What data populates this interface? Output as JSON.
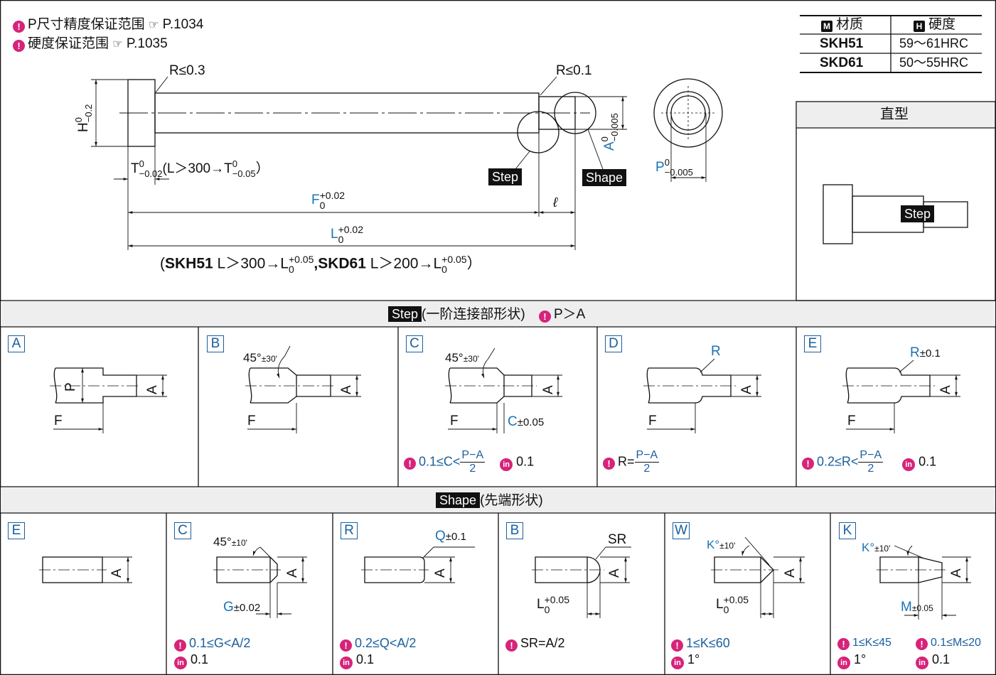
{
  "notes": {
    "p_accuracy": "P尺寸精度保证范围",
    "p_accuracy_ref": "P.1034",
    "hardness": "硬度保证范围",
    "hardness_ref": "P.1035",
    "page_icon": "hand-pointer-icon"
  },
  "material_table": {
    "col_material": "材质",
    "col_hardness": "硬度",
    "m_badge": "M",
    "h_badge": "H",
    "rows": [
      {
        "material": "SKH51",
        "hardness": "59～61HRC"
      },
      {
        "material": "SKD61",
        "hardness": "50～55HRC"
      }
    ]
  },
  "straight_panel": {
    "title": "直型",
    "tag": "Step"
  },
  "main_drawing": {
    "r_left": "R≤0.3",
    "r_right": "R≤0.1",
    "h_label": "H",
    "h_tol_top": "0",
    "h_tol_bot": "−0.2",
    "t_label": "T",
    "t_tol_top": "0",
    "t_tol_bot": "−0.02",
    "t_cond": "(L＞300→T",
    "t_cond_tol_top": "0",
    "t_cond_tol_bot": "−0.05",
    "t_close": "）",
    "a_label": "A",
    "a_tol_top": "0",
    "a_tol_bot": "−0.005",
    "p_label": "P",
    "p_tol_top": "0",
    "p_tol_bot": "−0.005",
    "f_label": "F",
    "f_tol_top": "+0.02",
    "f_tol_bot": "0",
    "ell": "ℓ",
    "l_label": "L",
    "l_tol_top": "+0.02",
    "l_tol_bot": "0",
    "step_tag": "Step",
    "shape_tag": "Shape",
    "cond_open": "(",
    "cond_skh": "SKH51",
    "cond_skh_rule": " L＞300→L",
    "cond_tol_top": "+0.05",
    "cond_tol_bot": "0",
    "cond_skd": ",SKD61",
    "cond_skd_rule": " L＞200→L",
    "cond_close": "）"
  },
  "step_section": {
    "tag": "Step",
    "title": "(一阶连接部形状)",
    "cond": "P＞A",
    "panels": [
      {
        "letter": "A",
        "f": "F",
        "p": "P",
        "a": "A"
      },
      {
        "letter": "B",
        "angle": "45°",
        "angle_tol": "±30'",
        "f": "F",
        "a": "A"
      },
      {
        "letter": "C",
        "angle": "45°",
        "angle_tol": "±30'",
        "f": "F",
        "a": "A",
        "c": "C",
        "c_tol": "±0.05",
        "note_pre": "0.1≤C<",
        "note_num": "P−A",
        "note_den": "2",
        "inc": "0.1"
      },
      {
        "letter": "D",
        "r": "R",
        "f": "F",
        "a": "A",
        "note_pre": "R=",
        "note_num": "P−A",
        "note_den": "2"
      },
      {
        "letter": "E",
        "r": "R",
        "r_tol": "±0.1",
        "f": "F",
        "a": "A",
        "note_pre": "0.2≤R<",
        "note_num": "P−A",
        "note_den": "2",
        "inc": "0.1"
      }
    ]
  },
  "shape_section": {
    "tag": "Shape",
    "title": "(先端形状)",
    "panels": [
      {
        "letter": "E",
        "a": "A"
      },
      {
        "letter": "C",
        "angle": "45°",
        "angle_tol": "±10'",
        "a": "A",
        "g": "G",
        "g_tol": "±0.02",
        "note": "0.1≤G<A/2",
        "inc": "0.1"
      },
      {
        "letter": "R",
        "q": "Q",
        "q_tol": "±0.1",
        "a": "A",
        "note": "0.2≤Q<A/2",
        "inc": "0.1"
      },
      {
        "letter": "B",
        "sr": "SR",
        "a": "A",
        "l": "L",
        "l_tol_top": "+0.05",
        "l_tol_bot": "0",
        "note": "SR=A/2"
      },
      {
        "letter": "W",
        "k": "K°",
        "k_tol": "±10'",
        "a": "A",
        "l": "L",
        "l_tol_top": "+0.05",
        "l_tol_bot": "0",
        "note": "1≤K≤60",
        "inc": "1°"
      },
      {
        "letter": "K",
        "k": "K°",
        "k_tol": "±10'",
        "a": "A",
        "m": "M",
        "m_tol": "±0.05",
        "note1": "1≤K≤45",
        "note2": "0.1≤M≤20",
        "inc1": "1°",
        "inc2": "0.1"
      }
    ]
  },
  "icons": {
    "alert": "alert-icon",
    "increment": "increment-icon",
    "alert_glyph": "!",
    "increment_glyph": "in"
  }
}
